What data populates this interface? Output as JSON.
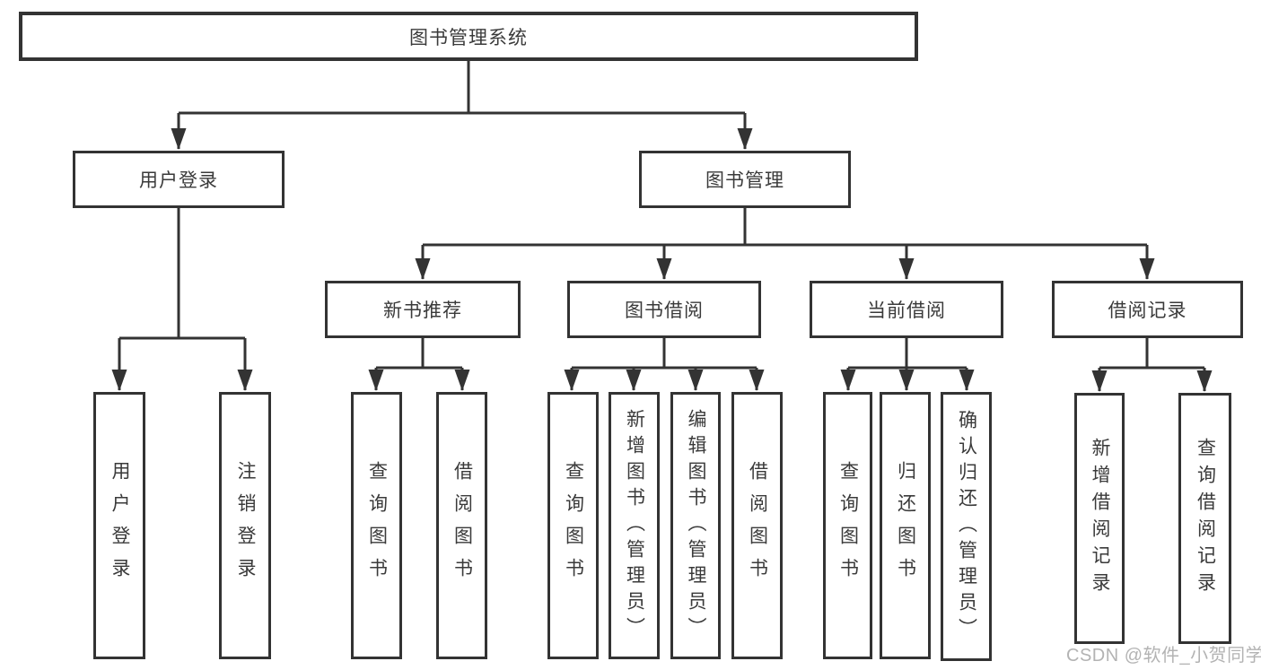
{
  "diagram": {
    "root": {
      "label": "图书管理系统",
      "children": [
        {
          "label": "用户登录",
          "children": [
            {
              "label": "用户登录"
            },
            {
              "label": "注销登录"
            }
          ]
        },
        {
          "label": "图书管理",
          "children": [
            {
              "label": "新书推荐",
              "children": [
                {
                  "label": "查询图书"
                },
                {
                  "label": "借阅图书"
                }
              ]
            },
            {
              "label": "图书借阅",
              "children": [
                {
                  "label": "查询图书"
                },
                {
                  "label": "新增图书（管理员）"
                },
                {
                  "label": "编辑图书（管理员）"
                },
                {
                  "label": "借阅图书"
                }
              ]
            },
            {
              "label": "当前借阅",
              "children": [
                {
                  "label": "查询图书"
                },
                {
                  "label": "归还图书"
                },
                {
                  "label": "确认归还（管理员）"
                }
              ]
            },
            {
              "label": "借阅记录",
              "children": [
                {
                  "label": "新增借阅记录"
                },
                {
                  "label": "查询借阅记录"
                }
              ]
            }
          ]
        }
      ]
    },
    "watermark": "CSDN @软件_小贺同学",
    "colors": {
      "line": "#333333",
      "box_border": "#333333",
      "text": "#3a3a3a",
      "watermark": "#ababab",
      "background": "#ffffff"
    }
  }
}
